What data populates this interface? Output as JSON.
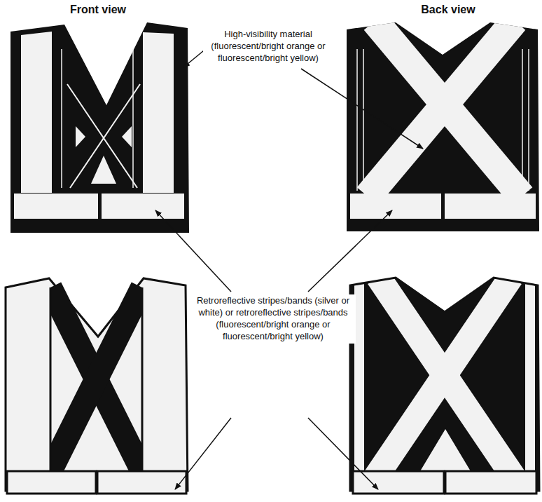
{
  "diagram": {
    "labels": [
      "Front view",
      "Back view",
      "High-visibility material (fluorescent/bright orange or fluorescent/bright yellow)",
      "Retroreflective stripes/bands (silver or white) or retroreflective stripes/bands (fluorescent/bright orange or fluorescent/bright yellow)"
    ]
  }
}
